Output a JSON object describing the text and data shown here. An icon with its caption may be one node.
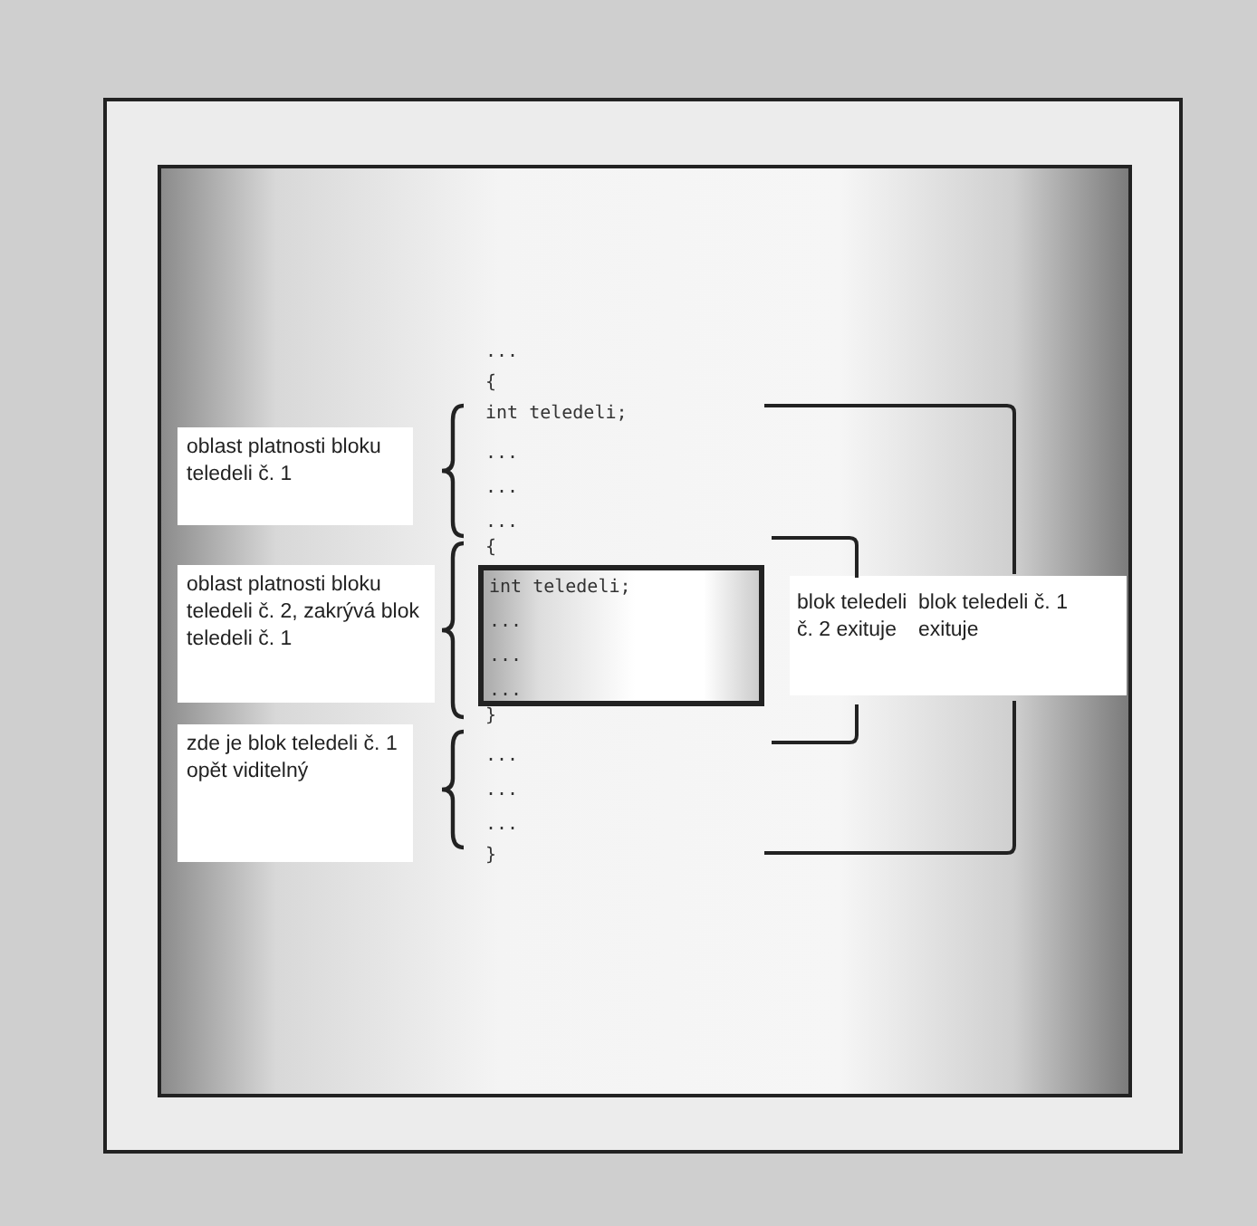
{
  "diagram": {
    "nodes": [
      {
        "text": [
          "oblast platnosti bloku teledeli č. 1"
        ]
      },
      {
        "text": [
          "oblast platnosti bloku teledeli č. 2, zakrývá blok teledeli č. 1"
        ]
      },
      {
        "text": [
          "zde je blok teledeli č. 1 opět viditelný"
        ]
      },
      {
        "text": [
          "int teledeli;",
          "...",
          "...",
          "..."
        ]
      },
      {
        "text": [
          "blok teledeli č. 2 exituje"
        ]
      },
      {
        "text": [
          "blok teledeli č. 1 exituje"
        ]
      }
    ],
    "labels": [
      "...",
      "{",
      "int teledeli;",
      "...",
      "...",
      "...",
      "{",
      "}",
      "...",
      "...",
      "...",
      "}"
    ]
  }
}
